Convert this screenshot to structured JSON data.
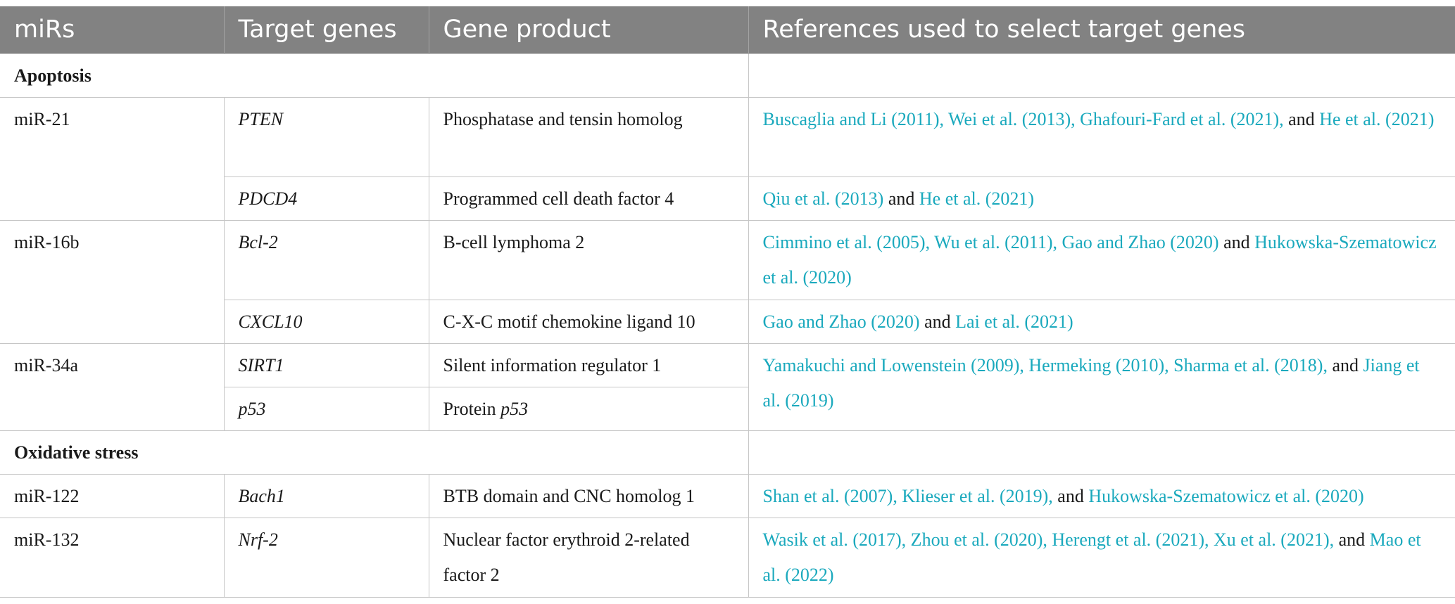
{
  "headers": [
    "miRs",
    "Target genes",
    "Gene product",
    "References used to select target genes"
  ],
  "sections": {
    "apoptosis": "Apoptosis",
    "oxidative": "Oxidative stress"
  },
  "rows": {
    "mir21": {
      "mir": "miR-21",
      "pten": {
        "gene": "PTEN",
        "product": "Phosphatase and tensin homolog",
        "refs": [
          "Buscaglia and Li (2011), Wei et al. (2013), Ghafouri-Fard et al. (2021),",
          " and ",
          "He et al. (2021)"
        ]
      },
      "pdcd4": {
        "gene": "PDCD4",
        "product": "Programmed cell death factor 4",
        "refs": [
          "Qiu et al. (2013)",
          " and ",
          "He et al. (2021)"
        ]
      }
    },
    "mir16b": {
      "mir": "miR-16b",
      "bcl2": {
        "gene": "Bcl-2",
        "product": "B-cell lymphoma 2",
        "refs": [
          "Cimmino et al. (2005), Wu et al. (2011), Gao and Zhao (2020)",
          " and ",
          "Hukowska-Szematowicz et al. (2020)"
        ]
      },
      "cxcl10": {
        "gene": "CXCL10",
        "product": "C-X-C motif chemokine ligand 10",
        "refs": [
          "Gao and Zhao (2020)",
          " and ",
          "Lai et al. (2021)"
        ]
      }
    },
    "mir34a": {
      "mir": "miR-34a",
      "sirt1": {
        "gene": "SIRT1",
        "product": "Silent information regulator 1"
      },
      "p53": {
        "gene": "p53",
        "product_prefix": "Protein ",
        "product_gene": "p53"
      },
      "refs": [
        "Yamakuchi and Lowenstein (2009), Hermeking (2010), Sharma et al. (2018),",
        " and ",
        "Jiang et al. (2019)"
      ]
    },
    "mir122": {
      "mir": "miR-122",
      "gene": "Bach1",
      "product": "BTB domain and CNC homolog 1",
      "refs": [
        "Shan et al. (2007), Klieser et al. (2019),",
        " and ",
        "Hukowska-Szematowicz et al. (2020)"
      ]
    },
    "mir132": {
      "mir": "miR-132",
      "gene": "Nrf-2",
      "product": "Nuclear factor erythroid 2-related factor 2",
      "refs": [
        "Wasik et al. (2017), Zhou et al. (2020), Herengt et al. (2021), Xu et al. (2021),",
        " and ",
        "Mao et al. (2022)"
      ]
    }
  },
  "colors": {
    "header_bg": "#828282",
    "header_text": "#ffffff",
    "link": "#1aa9bd",
    "border": "#c6c6c6"
  }
}
